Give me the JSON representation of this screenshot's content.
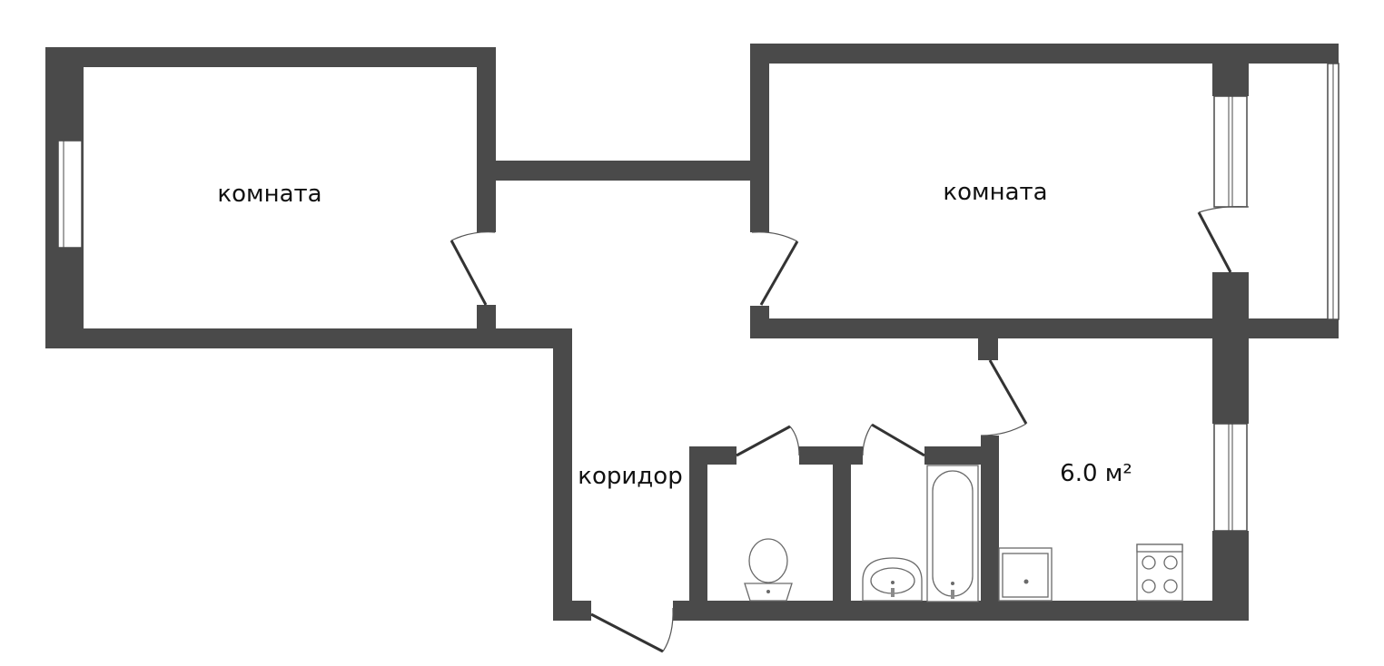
{
  "rooms": {
    "room_left": "комната",
    "room_right": "комната",
    "corridor": "коридор",
    "kitchen_area": "6.0 м²"
  },
  "fixtures": [
    "toilet-icon",
    "sink-icon",
    "bathtub-icon",
    "kitchen-sink-icon",
    "stove-icon"
  ],
  "colors": {
    "wall": "#4a4a4a",
    "background": "#ffffff"
  }
}
